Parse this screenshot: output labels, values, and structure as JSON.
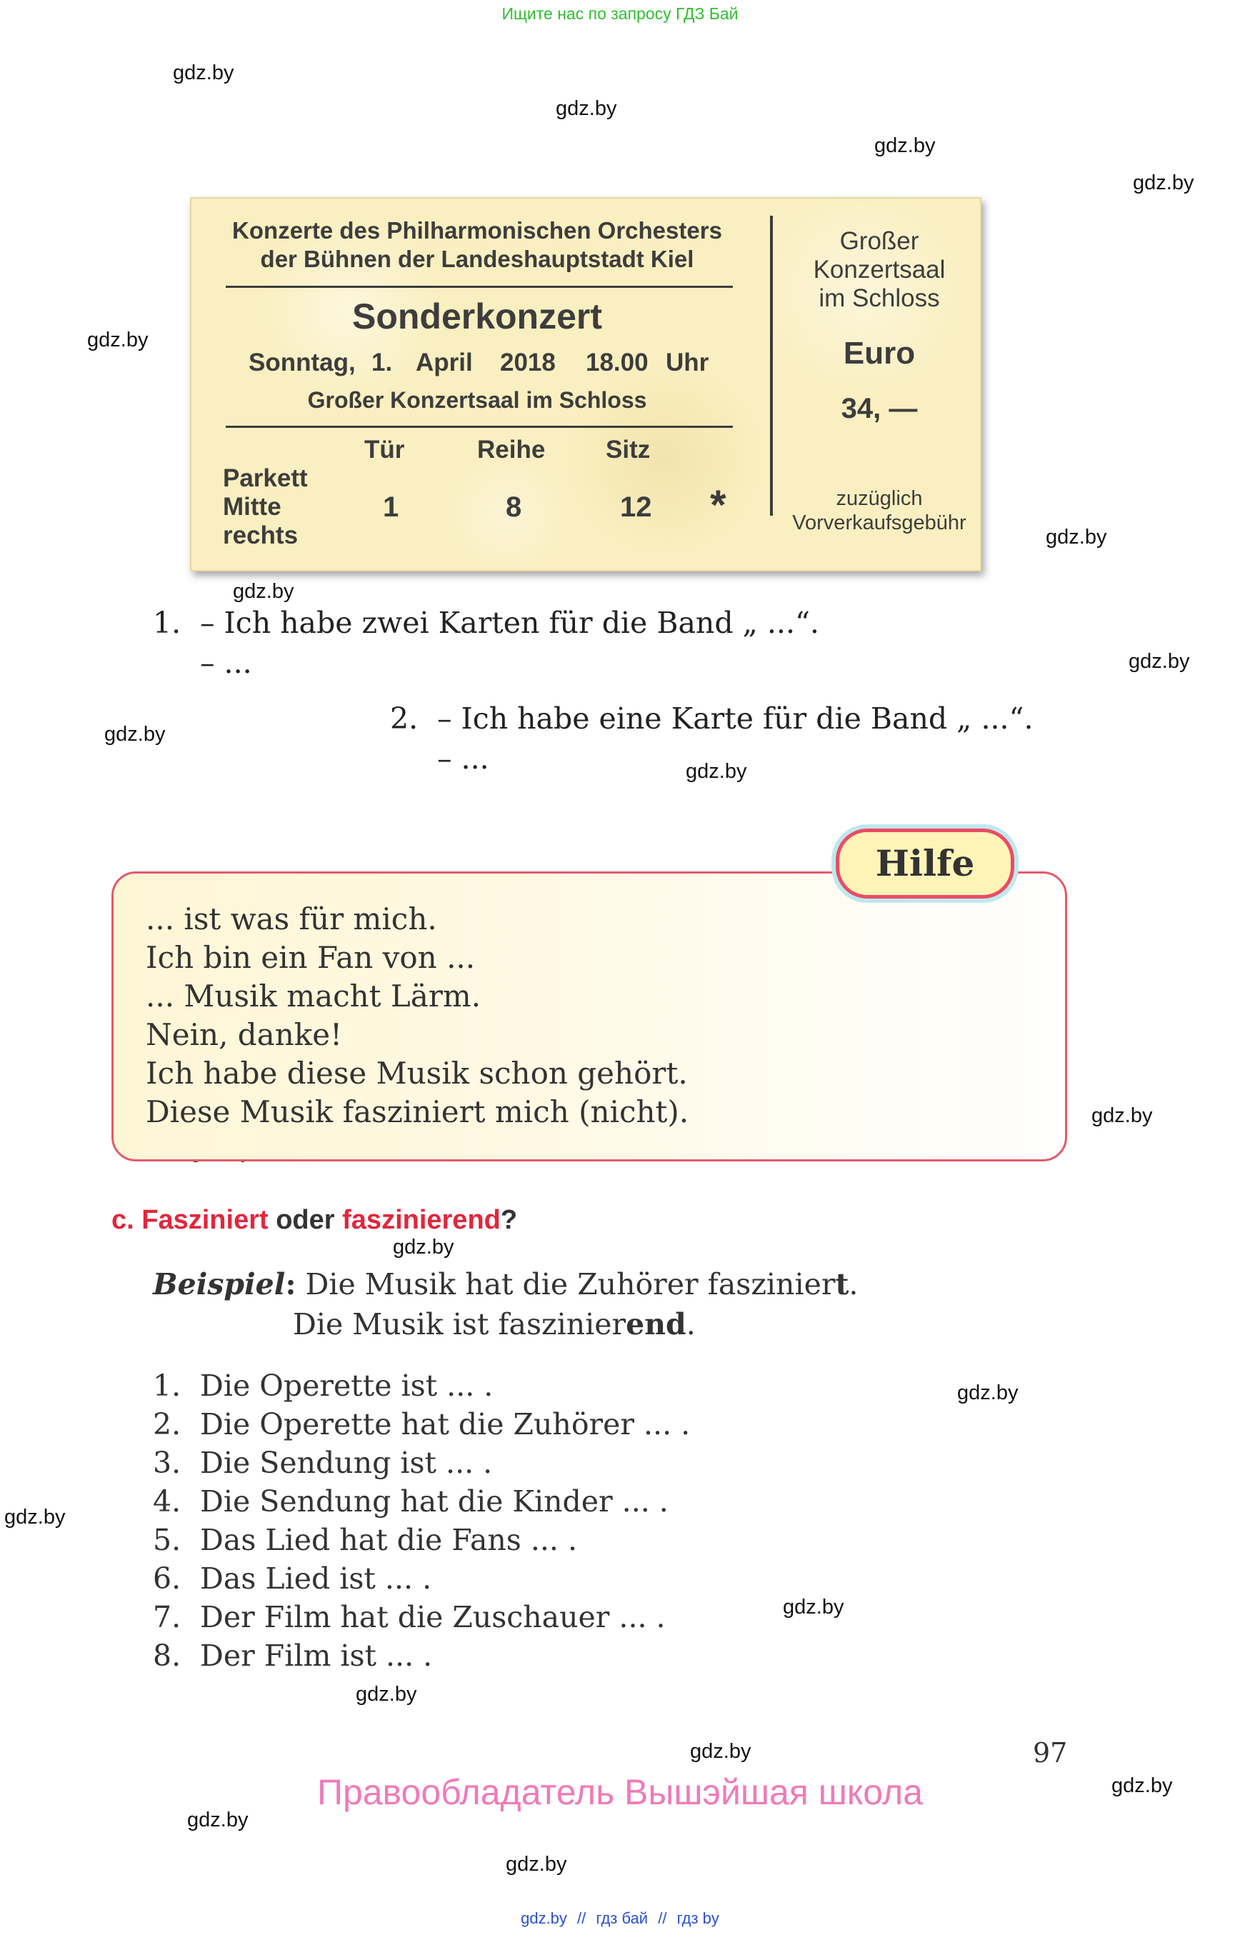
{
  "header": {
    "banner": "Ищите нас по запросу ГДЗ Бай"
  },
  "watermark": "gdz.by",
  "ticket": {
    "org_line1": "Konzerte des Philharmonischen Orchesters",
    "org_line2": "der Bühnen der Landeshauptstadt Kiel",
    "title": "Sonderkonzert",
    "date": {
      "weekday": "Sonntag,",
      "day": "1.",
      "month": "April",
      "year": "2018",
      "time": "18.00",
      "unit": "Uhr"
    },
    "venue": "Großer Konzertsaal im Schloss",
    "col_door": "Tür",
    "col_row": "Reihe",
    "col_seat": "Sitz",
    "section_line1": "Parkett",
    "section_line2": "Mitte",
    "section_line3": "rechts",
    "door": "1",
    "row": "8",
    "seat": "12",
    "star": "*",
    "side_venue_line1": "Großer",
    "side_venue_line2": "Konzertsaal",
    "side_venue_line3": "im Schloss",
    "currency": "Euro",
    "price": "34, —",
    "fee_line1": "zuzüglich",
    "fee_line2": "Vorverkaufsgebühr"
  },
  "dialogs": [
    {
      "number": "1.",
      "line1": "– Ich habe zwei Karten für die Band „ ...“.",
      "line2": "– ..."
    },
    {
      "number": "2.",
      "line1": "– Ich habe eine Karte für die Band „ ...“.",
      "line2": "– ..."
    }
  ],
  "hilfe": {
    "badge": "Hilfe",
    "lines": [
      "... ist was für mich.",
      "Ich bin ein Fan von ...",
      "... Musik macht Lärm.",
      "Nein, danke!",
      "Ich habe diese Musik schon gehört.",
      "Diese Musik fasziniert mich (nicht)."
    ]
  },
  "section_c": {
    "letter": "c.",
    "word1": "Fasziniert",
    "middle": "oder",
    "word2": "faszinierend",
    "qmark": "?",
    "example_label": "Beispiel",
    "example_colon": ":",
    "example1_pre": " Die Musik hat die Zuhörer faszinier",
    "example1_bold": "t",
    "example1_post": ".",
    "example2_pre": "Die Musik ist faszinier",
    "example2_bold": "end",
    "example2_post": ".",
    "items": [
      {
        "n": "1.",
        "text": "Die Operette ist ... ."
      },
      {
        "n": "2.",
        "text": "Die Operette hat die Zuhörer ... ."
      },
      {
        "n": "3.",
        "text": "Die Sendung ist ... ."
      },
      {
        "n": "4.",
        "text": "Die Sendung hat die Kinder ... ."
      },
      {
        "n": "5.",
        "text": "Das Lied hat die Fans ... ."
      },
      {
        "n": "6.",
        "text": "Das Lied ist ... ."
      },
      {
        "n": "7.",
        "text": "Der Film hat die Zuschauer ... ."
      },
      {
        "n": "8.",
        "text": "Der Film ist ... ."
      }
    ]
  },
  "page_number": "97",
  "copyright": "Правообладатель Вышэйшая школа",
  "footer": {
    "link1": "gdz.by",
    "sep1": "//",
    "link2": "гдз бай",
    "sep2": "//",
    "link3": "гдз by"
  }
}
